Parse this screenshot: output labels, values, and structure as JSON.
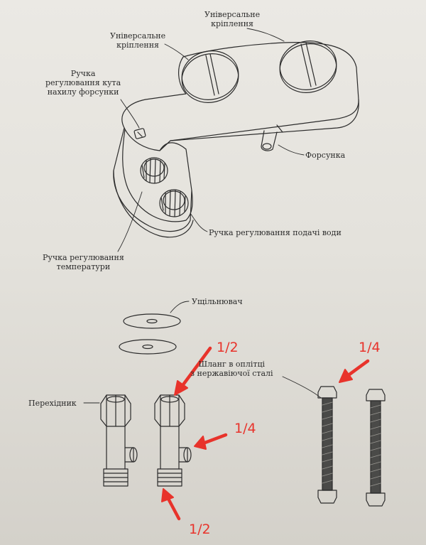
{
  "labels": {
    "mount_top_right": [
      "Універсальне",
      "кріплення"
    ],
    "mount_top_left": [
      "Універсальне",
      "кріплення"
    ],
    "nozzle_angle_knob": [
      "Ручка",
      "регулювання кута",
      "нахилу форсунки"
    ],
    "nozzle": "Форсунка",
    "water_knob": "Ручка регулювання подачі води",
    "temp_knob": [
      "Ручка регулювання",
      "температури"
    ],
    "seal": "Ущільнювач",
    "hose": [
      "Шланг в оплітці",
      "з нержавіючої сталі"
    ],
    "adapter": "Перехідник"
  },
  "annotations": {
    "a1": "1/2",
    "a2": "1/4",
    "a3": "1/4",
    "a4": "1/2"
  },
  "colors": {
    "ink": "#2b2b2b",
    "annotation_red": "#e8332b"
  }
}
